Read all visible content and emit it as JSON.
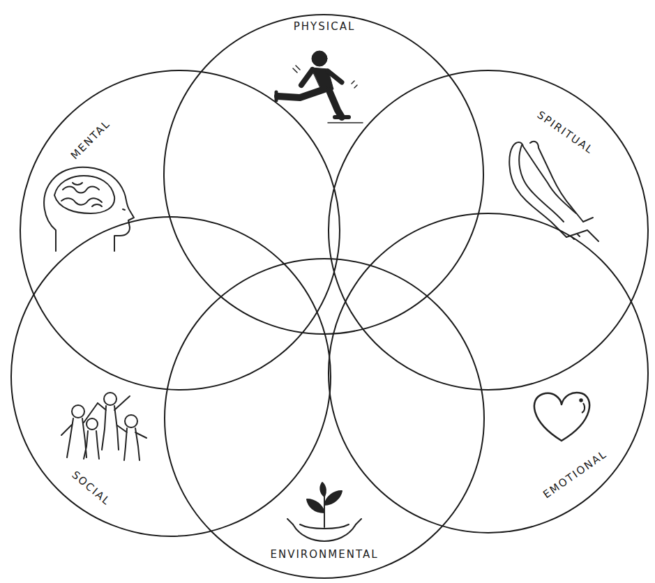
{
  "diagram": {
    "nodes": [
      {
        "text": [
          "PHYSICAL"
        ]
      },
      {
        "text": [
          "SPIRITUAL"
        ]
      },
      {
        "text": [
          "EMOTIONAL"
        ]
      },
      {
        "text": [
          "ENVIRONMENTAL"
        ]
      },
      {
        "text": [
          "SOCIAL"
        ]
      },
      {
        "text": [
          "MENTAL"
        ]
      }
    ]
  }
}
